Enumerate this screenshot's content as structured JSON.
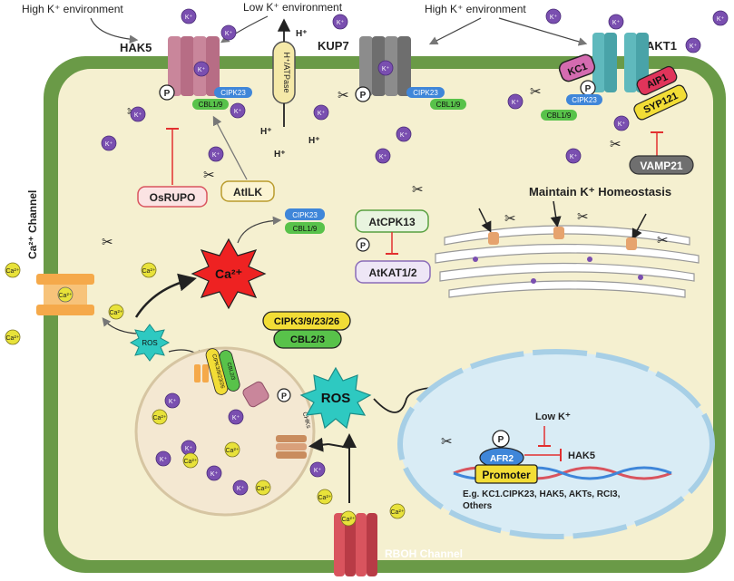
{
  "top_labels": {
    "high_k_left": "High K⁺ environment",
    "low_k": "Low K⁺ environment",
    "high_k_right": "High K⁺ environment"
  },
  "transporters": {
    "hak5": "HAK5",
    "kup7": "KUP7",
    "akt1": "AKT1",
    "atpase": "H⁺/ATPase",
    "ca_channel": "Ca²⁺ Channel",
    "rboh_channel": "RBOH Channel"
  },
  "ions": {
    "k": "K⁺",
    "h": "H⁺",
    "ca": "Ca²⁺",
    "p": "P"
  },
  "proteins": {
    "cipk23": "CIPK23",
    "cbl19": "CBL1/9",
    "kc1": "KC1",
    "aip1": "AIP1",
    "syp121": "SYP121",
    "vamp21": "VAMP21",
    "osrupo": "OsRUPO",
    "atilk": "AtILK",
    "atcpk13": "AtCPK13",
    "atkat12": "AtKAT1/2",
    "cipk_group": "CIPK3/9/23/26",
    "cbl23": "CBL2/3",
    "vac_cipk": "CIPK3/9/23/26",
    "vac_cbl": "CBL2/3",
    "tpk": "CHKs",
    "afr2": "AFR2",
    "promoter": "Promoter"
  },
  "signals": {
    "ca_burst": "Ca²⁺",
    "ros_small": "ROS",
    "ros_big": "ROS"
  },
  "captions": {
    "homeostasis": "Maintain K⁺ Homeostasis",
    "low_k_nucleus": "Low K⁺",
    "hak5_gene": "HAK5",
    "targets_line1": "E.g. KC1.CIPK23, HAK5, AKTs, RCI3,",
    "targets_line2": "Others"
  },
  "colors": {
    "cell_wall": "#6a9a47",
    "cytoplasm": "#f5f0d0",
    "potassium": "#7a4fb0",
    "calcium": "#e8e23a",
    "cipk": "#3f86d9",
    "cbl": "#58c24a",
    "hak5": "#c9869b",
    "akt1": "#5fb9bd",
    "kup7": "#8c8c8c",
    "rboh": "#d9545e",
    "ros": "#2ec9c1",
    "ca_burst": "#ee2222",
    "nucleus": "#d9ecf5",
    "vacuole": "#f4e8d2",
    "promoter": "#f2dd36"
  }
}
